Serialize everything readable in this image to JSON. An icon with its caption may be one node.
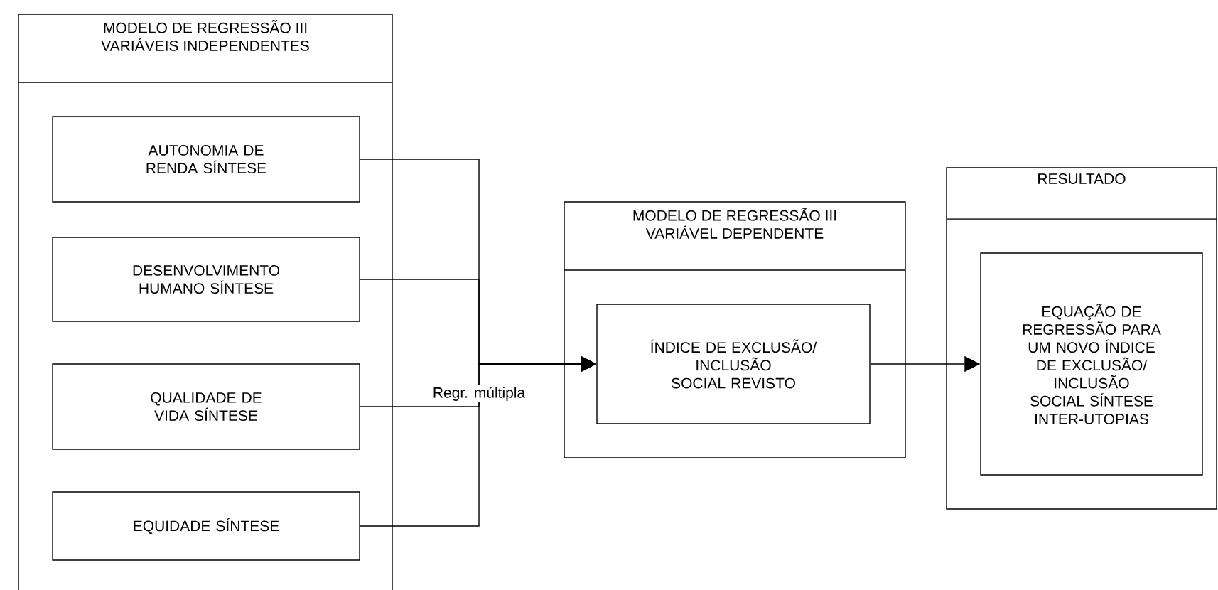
{
  "diagram": {
    "nodes": [
      {
        "text": [
          "MODELO DE REGRESSÃO III VARIÁVEIS INDEPENDENTES"
        ]
      },
      {
        "text": [
          "AUTONOMIA DE RENDA SÍNTESE"
        ],
        "in": 0
      },
      {
        "text": [
          "DESENVOLVIMENTO HUMANO SÍNTESE"
        ],
        "in": 0
      },
      {
        "text": [
          "QUALIDADE DE VIDA SÍNTESE"
        ],
        "in": 0
      },
      {
        "text": [
          "EQUIDADE SÍNTESE"
        ],
        "in": 0
      },
      {
        "text": [
          "MODELO DE REGRESSÃO III VARIÁVEL DEPENDENTE"
        ]
      },
      {
        "text": [
          "ÍNDICE DE EXCLUSÃO/ INCLUSÃO SOCIAL REVISTO"
        ],
        "in": 5
      },
      {
        "text": [
          "RESULTADO"
        ]
      },
      {
        "text": [
          "EQUAÇÃO DE REGRESSÃO PARA UM NOVO ÍNDICE DE EXCLUSÃO/ INCLUSÃO SOCIAL SÍNTESE INTER-UTOPIAS"
        ],
        "in": 7
      }
    ],
    "edges": [
      {
        "from": 1,
        "to": 6,
        "arrow": "to"
      },
      {
        "from": 2,
        "to": 6,
        "arrow": "to"
      },
      {
        "from": 3,
        "to": 6,
        "arrow": "to"
      },
      {
        "from": 4,
        "to": 6,
        "arrow": "to"
      },
      {
        "from": 6,
        "to": 8,
        "arrow": "to"
      }
    ],
    "labels": [
      "Regr. múltipla"
    ]
  }
}
